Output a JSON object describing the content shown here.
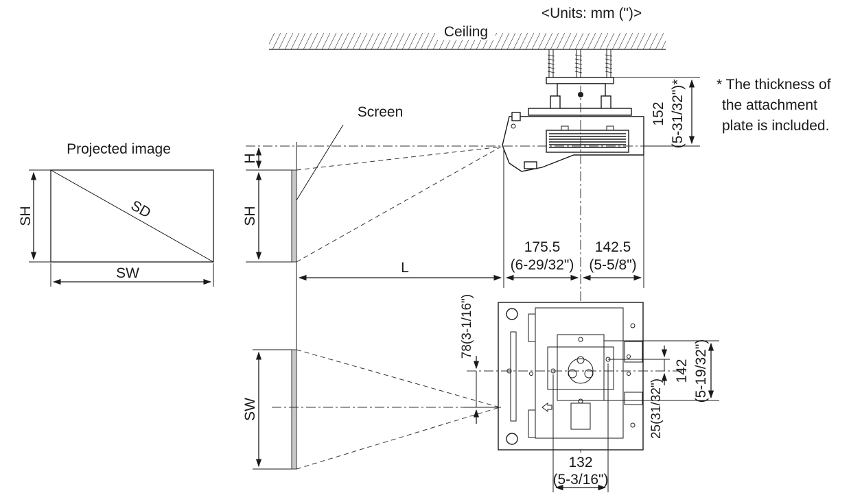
{
  "units_note": "<Units: mm (\")>",
  "ceiling_label": "Ceiling",
  "screen_label": "Screen",
  "projected_image_label": "Projected image",
  "labels": {
    "sh": "SH",
    "sd": "SD",
    "sw": "SW",
    "h": "H",
    "l": "L"
  },
  "thickness_note": {
    "line1": "* The thickness of",
    "line2": "the attachment",
    "line3": "plate is included."
  },
  "dimensions": {
    "height_mm": "152",
    "height_in": "(5-31/32\")*",
    "front_mm": "175.5",
    "front_in": "(6-29/32\")",
    "rear_mm": "142.5",
    "rear_in": "(5-5/8\")",
    "lens_offset": "78(3-1/16\")",
    "mount_depth_mm": "142",
    "mount_depth_in": "(5-19/32\")",
    "mount_offset": "25(31/32\")",
    "mount_width_mm": "132",
    "mount_width_in": "(5-3/16\")"
  }
}
